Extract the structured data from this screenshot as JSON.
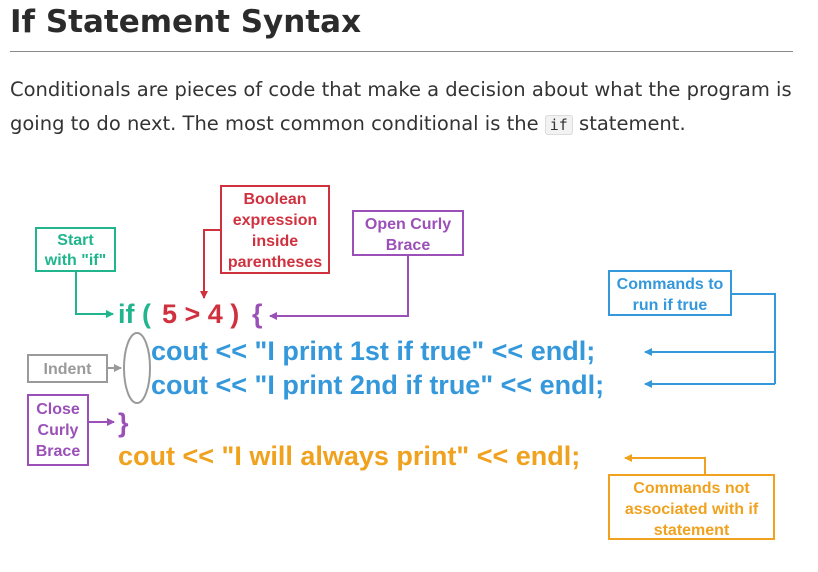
{
  "heading": "If Statement Syntax",
  "intro": {
    "before": "Conditionals are pieces of code that make a decision about what the program is going to do next. The most common conditional is the",
    "code": "if",
    "after": "statement."
  },
  "diagram": {
    "code_lines": {
      "if_open": "if (",
      "condition": "5 > 4 )",
      "open_brace": "{",
      "body_line_1": "cout << \"I print 1st if true\" << endl;",
      "body_line_2": "cout << \"I print 2nd if true\" << endl;",
      "close_brace": "}",
      "after_line": "cout << \"I will always print\" << endl;"
    },
    "labels": {
      "start_if": [
        "Start",
        "with \"if\""
      ],
      "boolean": [
        "Boolean",
        "expression",
        "inside",
        "parentheses"
      ],
      "open_curly": [
        "Open Curly",
        "Brace"
      ],
      "commands_true": [
        "Commands to",
        "run if true"
      ],
      "indent": "Indent",
      "close_curly": [
        "Close",
        "Curly",
        "Brace"
      ],
      "not_associated": [
        "Commands not",
        "associated with if",
        "statement"
      ]
    },
    "colors": {
      "green": "#21b58e",
      "red": "#d0313f",
      "purple": "#9b50b8",
      "blue": "#3498db",
      "orange": "#f0a21f",
      "gray": "#9a9a9a"
    }
  }
}
